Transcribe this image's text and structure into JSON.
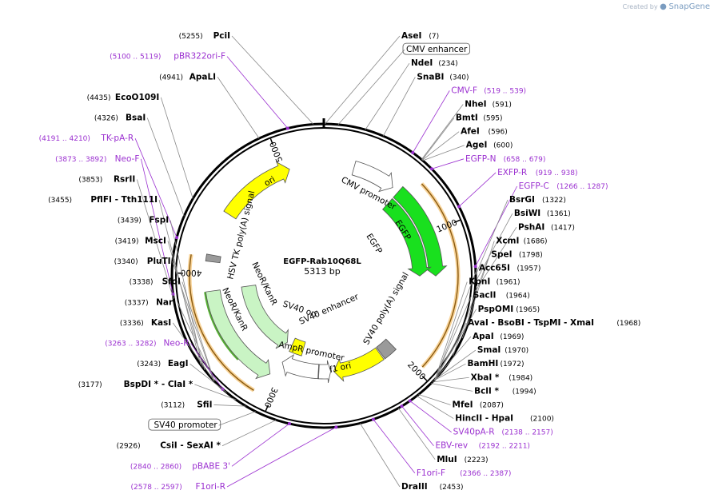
{
  "credit": {
    "prefix": "Created by",
    "brand": "SnapGene"
  },
  "plasmid": {
    "name": "EGFP-Rab10Q68L",
    "size_label": "5313 bp",
    "length": 5313
  },
  "ticks": [
    {
      "label": "1000",
      "bp": 1000
    },
    {
      "label": "2000",
      "bp": 2000
    },
    {
      "label": "3000",
      "bp": 3000
    },
    {
      "label": "4000",
      "bp": 4000
    },
    {
      "label": "5000",
      "bp": 5000
    }
  ],
  "enzymes": [
    {
      "name": "PciI",
      "pos_text": "(5255)",
      "bp": 5255,
      "kind": "enzyme",
      "side": "left"
    },
    {
      "name": "AseI",
      "pos_text": "(7)",
      "bp": 7,
      "kind": "enzyme",
      "side": "right"
    },
    {
      "name": "pBR322ori-F",
      "pos_text": "(5100 .. 5119)",
      "bp": 5110,
      "kind": "primer",
      "side": "left"
    },
    {
      "name": "CMV enhancer",
      "pos_text": "",
      "bp": 80,
      "kind": "box",
      "side": "right"
    },
    {
      "name": "ApaLI",
      "pos_text": "(4941)",
      "bp": 4941,
      "kind": "enzyme",
      "side": "left"
    },
    {
      "name": "NdeI",
      "pos_text": "(234)",
      "bp": 234,
      "kind": "enzyme",
      "side": "right"
    },
    {
      "name": "SnaBI",
      "pos_text": "(340)",
      "bp": 340,
      "kind": "enzyme",
      "side": "right"
    },
    {
      "name": "CMV-F",
      "pos_text": "(519 .. 539)",
      "bp": 529,
      "kind": "primer",
      "side": "right"
    },
    {
      "name": "NheI",
      "pos_text": "(591)",
      "bp": 591,
      "kind": "enzyme",
      "side": "right"
    },
    {
      "name": "BmtI",
      "pos_text": "(595)",
      "bp": 595,
      "kind": "enzyme",
      "side": "right"
    },
    {
      "name": "AfeI",
      "pos_text": "(596)",
      "bp": 596,
      "kind": "enzyme",
      "side": "right"
    },
    {
      "name": "AgeI",
      "pos_text": "(600)",
      "bp": 600,
      "kind": "enzyme",
      "side": "right"
    },
    {
      "name": "EcoO109I",
      "pos_text": "(4435)",
      "bp": 4435,
      "kind": "enzyme",
      "side": "left"
    },
    {
      "name": "EGFP-N",
      "pos_text": "(658 .. 679)",
      "bp": 668,
      "kind": "primer",
      "side": "right"
    },
    {
      "name": "EXFP-R",
      "pos_text": "(919 .. 938)",
      "bp": 928,
      "kind": "primer",
      "side": "right"
    },
    {
      "name": "BsaI",
      "pos_text": "(4326)",
      "bp": 4326,
      "kind": "enzyme",
      "side": "left"
    },
    {
      "name": "TK-pA-R",
      "pos_text": "(4191 .. 4210)",
      "bp": 4200,
      "kind": "primer",
      "side": "left"
    },
    {
      "name": "EGFP-C",
      "pos_text": "(1266 .. 1287)",
      "bp": 1276,
      "kind": "primer",
      "side": "right"
    },
    {
      "name": "BsrGI",
      "pos_text": "(1322)",
      "bp": 1322,
      "kind": "enzyme",
      "side": "right"
    },
    {
      "name": "BsiWI",
      "pos_text": "(1361)",
      "bp": 1361,
      "kind": "enzyme",
      "side": "right"
    },
    {
      "name": "PshAI",
      "pos_text": "(1417)",
      "bp": 1417,
      "kind": "enzyme",
      "side": "right"
    },
    {
      "name": "XcmI",
      "pos_text": "(1686)",
      "bp": 1686,
      "kind": "enzyme",
      "side": "right"
    },
    {
      "name": "SpeI",
      "pos_text": "(1798)",
      "bp": 1798,
      "kind": "enzyme",
      "side": "right"
    },
    {
      "name": "Neo-F",
      "pos_text": "(3873 .. 3892)",
      "bp": 3882,
      "kind": "primer",
      "side": "left"
    },
    {
      "name": "RsrII",
      "pos_text": "(3853)",
      "bp": 3853,
      "kind": "enzyme",
      "side": "left"
    },
    {
      "name": "Acc65I",
      "pos_text": "(1957)",
      "bp": 1957,
      "kind": "enzyme",
      "side": "right"
    },
    {
      "name": "KpnI",
      "pos_text": "(1961)",
      "bp": 1961,
      "kind": "enzyme",
      "side": "right"
    },
    {
      "name": "SacII",
      "pos_text": "(1964)",
      "bp": 1964,
      "kind": "enzyme",
      "side": "right"
    },
    {
      "name": "PspOMI",
      "pos_text": "(1965)",
      "bp": 1965,
      "kind": "enzyme",
      "side": "right"
    },
    {
      "name": "AvaI - BsoBI - TspMI - XmaI",
      "pos_text": "(1968)",
      "bp": 1968,
      "kind": "enzyme",
      "side": "right"
    },
    {
      "name": "PflFI - Tth111I",
      "pos_text": "(3455)",
      "bp": 3455,
      "kind": "enzyme",
      "side": "left"
    },
    {
      "name": "ApaI",
      "pos_text": "(1969)",
      "bp": 1969,
      "kind": "enzyme",
      "side": "right"
    },
    {
      "name": "FspI",
      "pos_text": "(3439)",
      "bp": 3439,
      "kind": "enzyme",
      "side": "left"
    },
    {
      "name": "SmaI",
      "pos_text": "(1970)",
      "bp": 1970,
      "kind": "enzyme",
      "side": "right"
    },
    {
      "name": "MscI",
      "pos_text": "(3419)",
      "bp": 3419,
      "kind": "enzyme",
      "side": "left"
    },
    {
      "name": "BamHI",
      "pos_text": "(1972)",
      "bp": 1972,
      "kind": "enzyme",
      "side": "right"
    },
    {
      "name": "PluTI",
      "pos_text": "(3340)",
      "bp": 3340,
      "kind": "enzyme",
      "side": "left"
    },
    {
      "name": "XbaI *",
      "pos_text": "(1984)",
      "bp": 1984,
      "kind": "enzyme",
      "side": "right"
    },
    {
      "name": "SfoI",
      "pos_text": "(3338)",
      "bp": 3338,
      "kind": "enzyme",
      "side": "left"
    },
    {
      "name": "BclI *",
      "pos_text": "(1994)",
      "bp": 1994,
      "kind": "enzyme",
      "side": "right"
    },
    {
      "name": "NarI",
      "pos_text": "(3337)",
      "bp": 3337,
      "kind": "enzyme",
      "side": "left"
    },
    {
      "name": "KasI",
      "pos_text": "(3336)",
      "bp": 3336,
      "kind": "enzyme",
      "side": "left"
    },
    {
      "name": "MfeI",
      "pos_text": "(2087)",
      "bp": 2087,
      "kind": "enzyme",
      "side": "right"
    },
    {
      "name": "HincII - HpaI",
      "pos_text": "(2100)",
      "bp": 2100,
      "kind": "enzyme",
      "side": "right"
    },
    {
      "name": "Neo-R",
      "pos_text": "(3263 .. 3282)",
      "bp": 3272,
      "kind": "primer",
      "side": "left"
    },
    {
      "name": "SV40pA-R",
      "pos_text": "(2138 .. 2157)",
      "bp": 2147,
      "kind": "primer",
      "side": "right"
    },
    {
      "name": "EBV-rev",
      "pos_text": "(2192 .. 2211)",
      "bp": 2201,
      "kind": "primer",
      "side": "right"
    },
    {
      "name": "EagI",
      "pos_text": "(3243)",
      "bp": 3243,
      "kind": "enzyme",
      "side": "left"
    },
    {
      "name": "BspDI * - ClaI *",
      "pos_text": "(3177)",
      "bp": 3177,
      "kind": "enzyme",
      "side": "left"
    },
    {
      "name": "MluI",
      "pos_text": "(2223)",
      "bp": 2223,
      "kind": "enzyme",
      "side": "right"
    },
    {
      "name": "SfiI",
      "pos_text": "(3112)",
      "bp": 3112,
      "kind": "enzyme",
      "side": "left"
    },
    {
      "name": "F1ori-F",
      "pos_text": "(2366 .. 2387)",
      "bp": 2376,
      "kind": "primer",
      "side": "right"
    },
    {
      "name": "SV40 promoter",
      "pos_text": "",
      "bp": 3050,
      "kind": "box",
      "side": "left"
    },
    {
      "name": "DraIII",
      "pos_text": "(2453)",
      "bp": 2453,
      "kind": "enzyme",
      "side": "right"
    },
    {
      "name": "CsiI - SexAI *",
      "pos_text": "(2926)",
      "bp": 2926,
      "kind": "enzyme",
      "side": "left"
    },
    {
      "name": "pBABE 3'",
      "pos_text": "(2840 .. 2860)",
      "bp": 2850,
      "kind": "primer",
      "side": "left"
    },
    {
      "name": "F1ori-R",
      "pos_text": "(2578 .. 2597)",
      "bp": 2588,
      "kind": "primer",
      "side": "left"
    }
  ],
  "features": [
    {
      "name": "CMV promoter",
      "start": 230,
      "end": 560,
      "ring": "mid",
      "color": "#ffffff",
      "dir": 1
    },
    {
      "name": "EGFP",
      "start": 613,
      "end": 1330,
      "ring": "mid",
      "color": "#19e01e",
      "dir": 1
    },
    {
      "name": "EGFP",
      "start": 613,
      "end": 1330,
      "ring": "inner",
      "color": "#19e01e",
      "dir": 1
    },
    {
      "name": "SV40 poly(A) signal",
      "start": 2000,
      "end": 2120,
      "ring": "inner",
      "color": "#9a9a9a",
      "dir": 0
    },
    {
      "name": "f1 ori",
      "start": 2130,
      "end": 2570,
      "ring": "inner",
      "color": "#ffff00",
      "dir": 1
    },
    {
      "name": "AmpR promoter",
      "start": 2596,
      "end": 2700,
      "ring": "inner",
      "color": "#ffffff",
      "dir": -1
    },
    {
      "name": "SV40 promoter",
      "start": 2705,
      "end": 3035,
      "ring": "inner",
      "color": "#ffffff",
      "dir": 1
    },
    {
      "name": "SV40 ori",
      "start": 2886,
      "end": 3020,
      "ring": "core",
      "color": "#ffff00",
      "dir": 0
    },
    {
      "name": "NeoR/KanR",
      "start": 3080,
      "end": 3870,
      "ring": "core",
      "color": "#c9f4c4",
      "dir": -1
    },
    {
      "name": "NeoR/KanR",
      "start": 3080,
      "end": 3870,
      "ring": "mid",
      "color": "#c9f4c4",
      "dir": -1
    },
    {
      "name": "HSV TK poly(A) signal",
      "start": 4090,
      "end": 4140,
      "ring": "mid",
      "color": "#9a9a9a",
      "dir": 0
    },
    {
      "name": "ori",
      "start": 4470,
      "end": 5050,
      "ring": "mid",
      "color": "#ffff00",
      "dir": 1
    }
  ],
  "feature_labels": {
    "cmv_promoter": "CMV promoter",
    "egfp_outer": "EGFP",
    "egfp_inner": "EGFP",
    "sv40_polya": "SV40 poly(A) signal",
    "f1_ori": "f1 ori",
    "ampr_promoter": "AmpR promoter",
    "sv40_enhancer": "SV40 enhancer",
    "sv40_ori": "SV40 ori",
    "neor_inner": "NeoR/KanR",
    "neor_outer": "NeoR/KanR",
    "hsv_tk": "HSV TK poly(A) signal",
    "ori": "ori"
  },
  "colors": {
    "backbone": "#000000",
    "primer": "#9b30d0",
    "orange_arc": "#f0a020",
    "green_arc": "#55b033",
    "leader": "#888888"
  }
}
